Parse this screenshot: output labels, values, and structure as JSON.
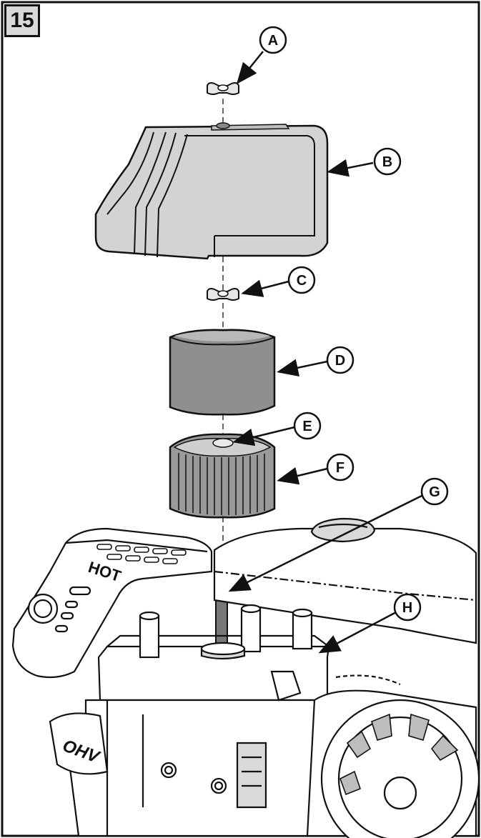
{
  "figure": {
    "number": "15",
    "callouts": [
      {
        "id": "a",
        "label": "A"
      },
      {
        "id": "b",
        "label": "B"
      },
      {
        "id": "c",
        "label": "C"
      },
      {
        "id": "d",
        "label": "D"
      },
      {
        "id": "e",
        "label": "E"
      },
      {
        "id": "f",
        "label": "F"
      },
      {
        "id": "g",
        "label": "G"
      },
      {
        "id": "h",
        "label": "H"
      }
    ],
    "engine_labels": {
      "hot": "HOT",
      "ohv": "OHV"
    }
  }
}
